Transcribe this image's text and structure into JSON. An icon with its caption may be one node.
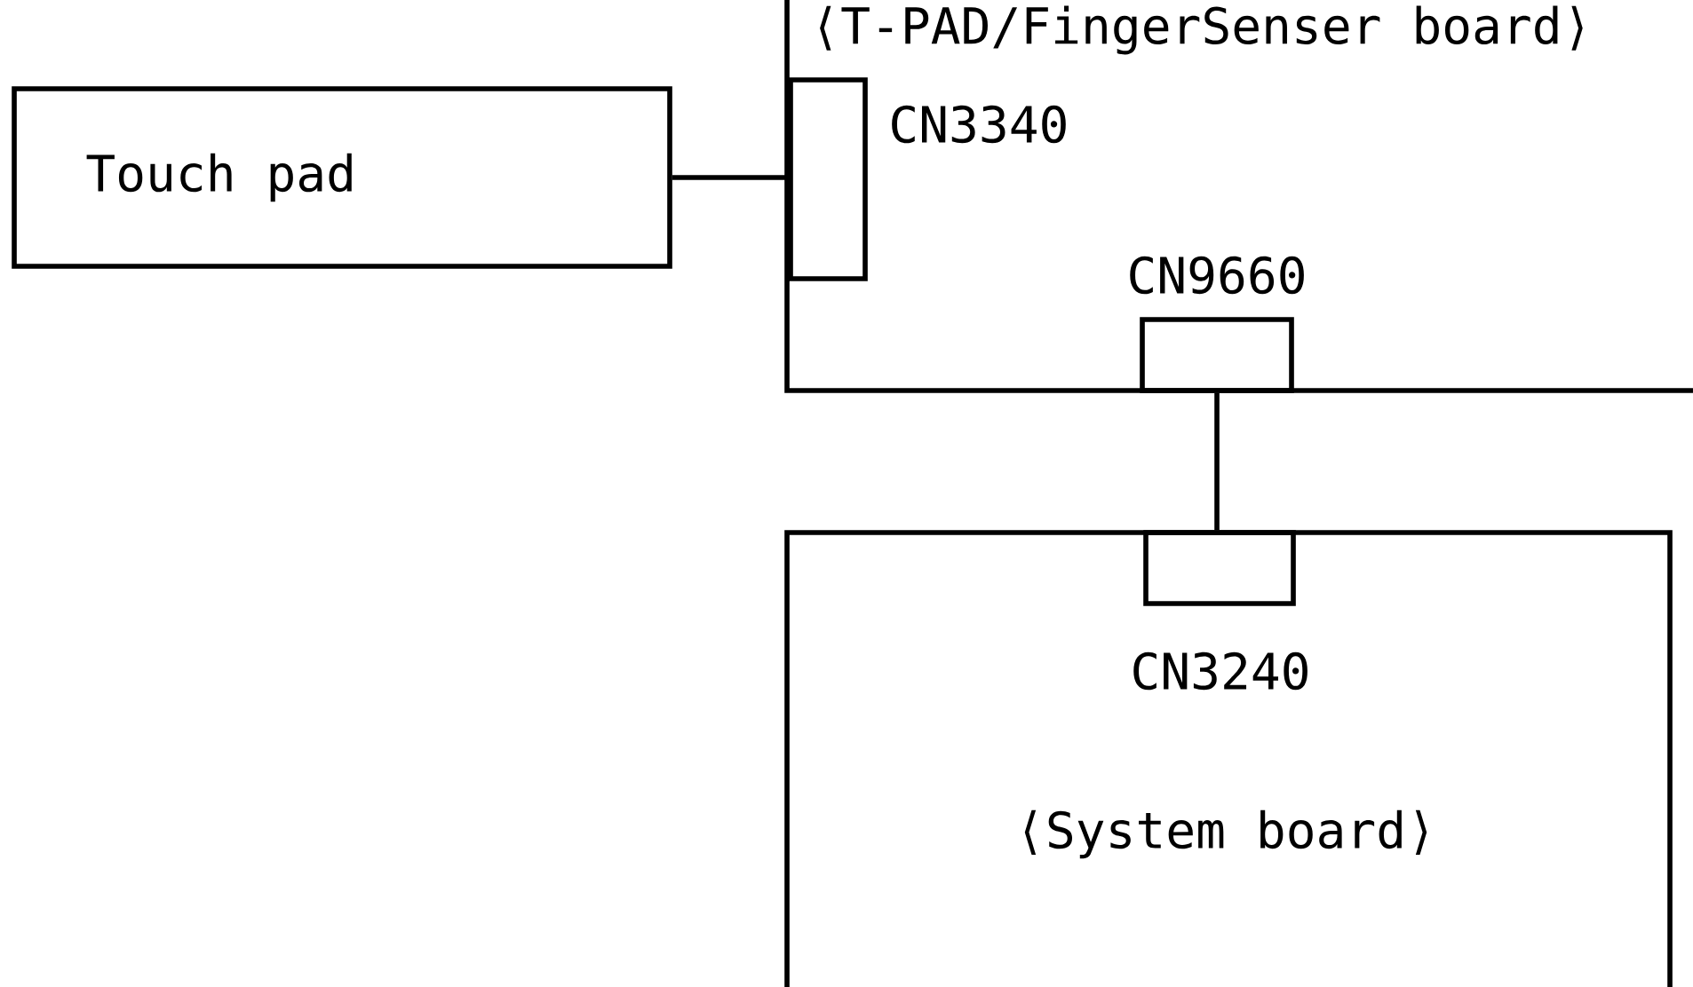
{
  "diagram": {
    "nodes": [
      {
        "text": [
          "Touch pad"
        ]
      },
      {
        "text": [
          "⟨T-PAD/FingerSenser board⟩"
        ]
      },
      {
        "text": [
          "CN3340"
        ],
        "in": 1
      },
      {
        "text": [
          "CN9660"
        ],
        "in": 1
      },
      {
        "text": [
          "⟨System board⟩"
        ]
      },
      {
        "text": [
          "CN3240"
        ],
        "in": 4
      }
    ],
    "edges": [
      {
        "from": 0,
        "to": 2,
        "arrow": "none"
      },
      {
        "from": 3,
        "to": 5,
        "arrow": "none"
      }
    ]
  }
}
